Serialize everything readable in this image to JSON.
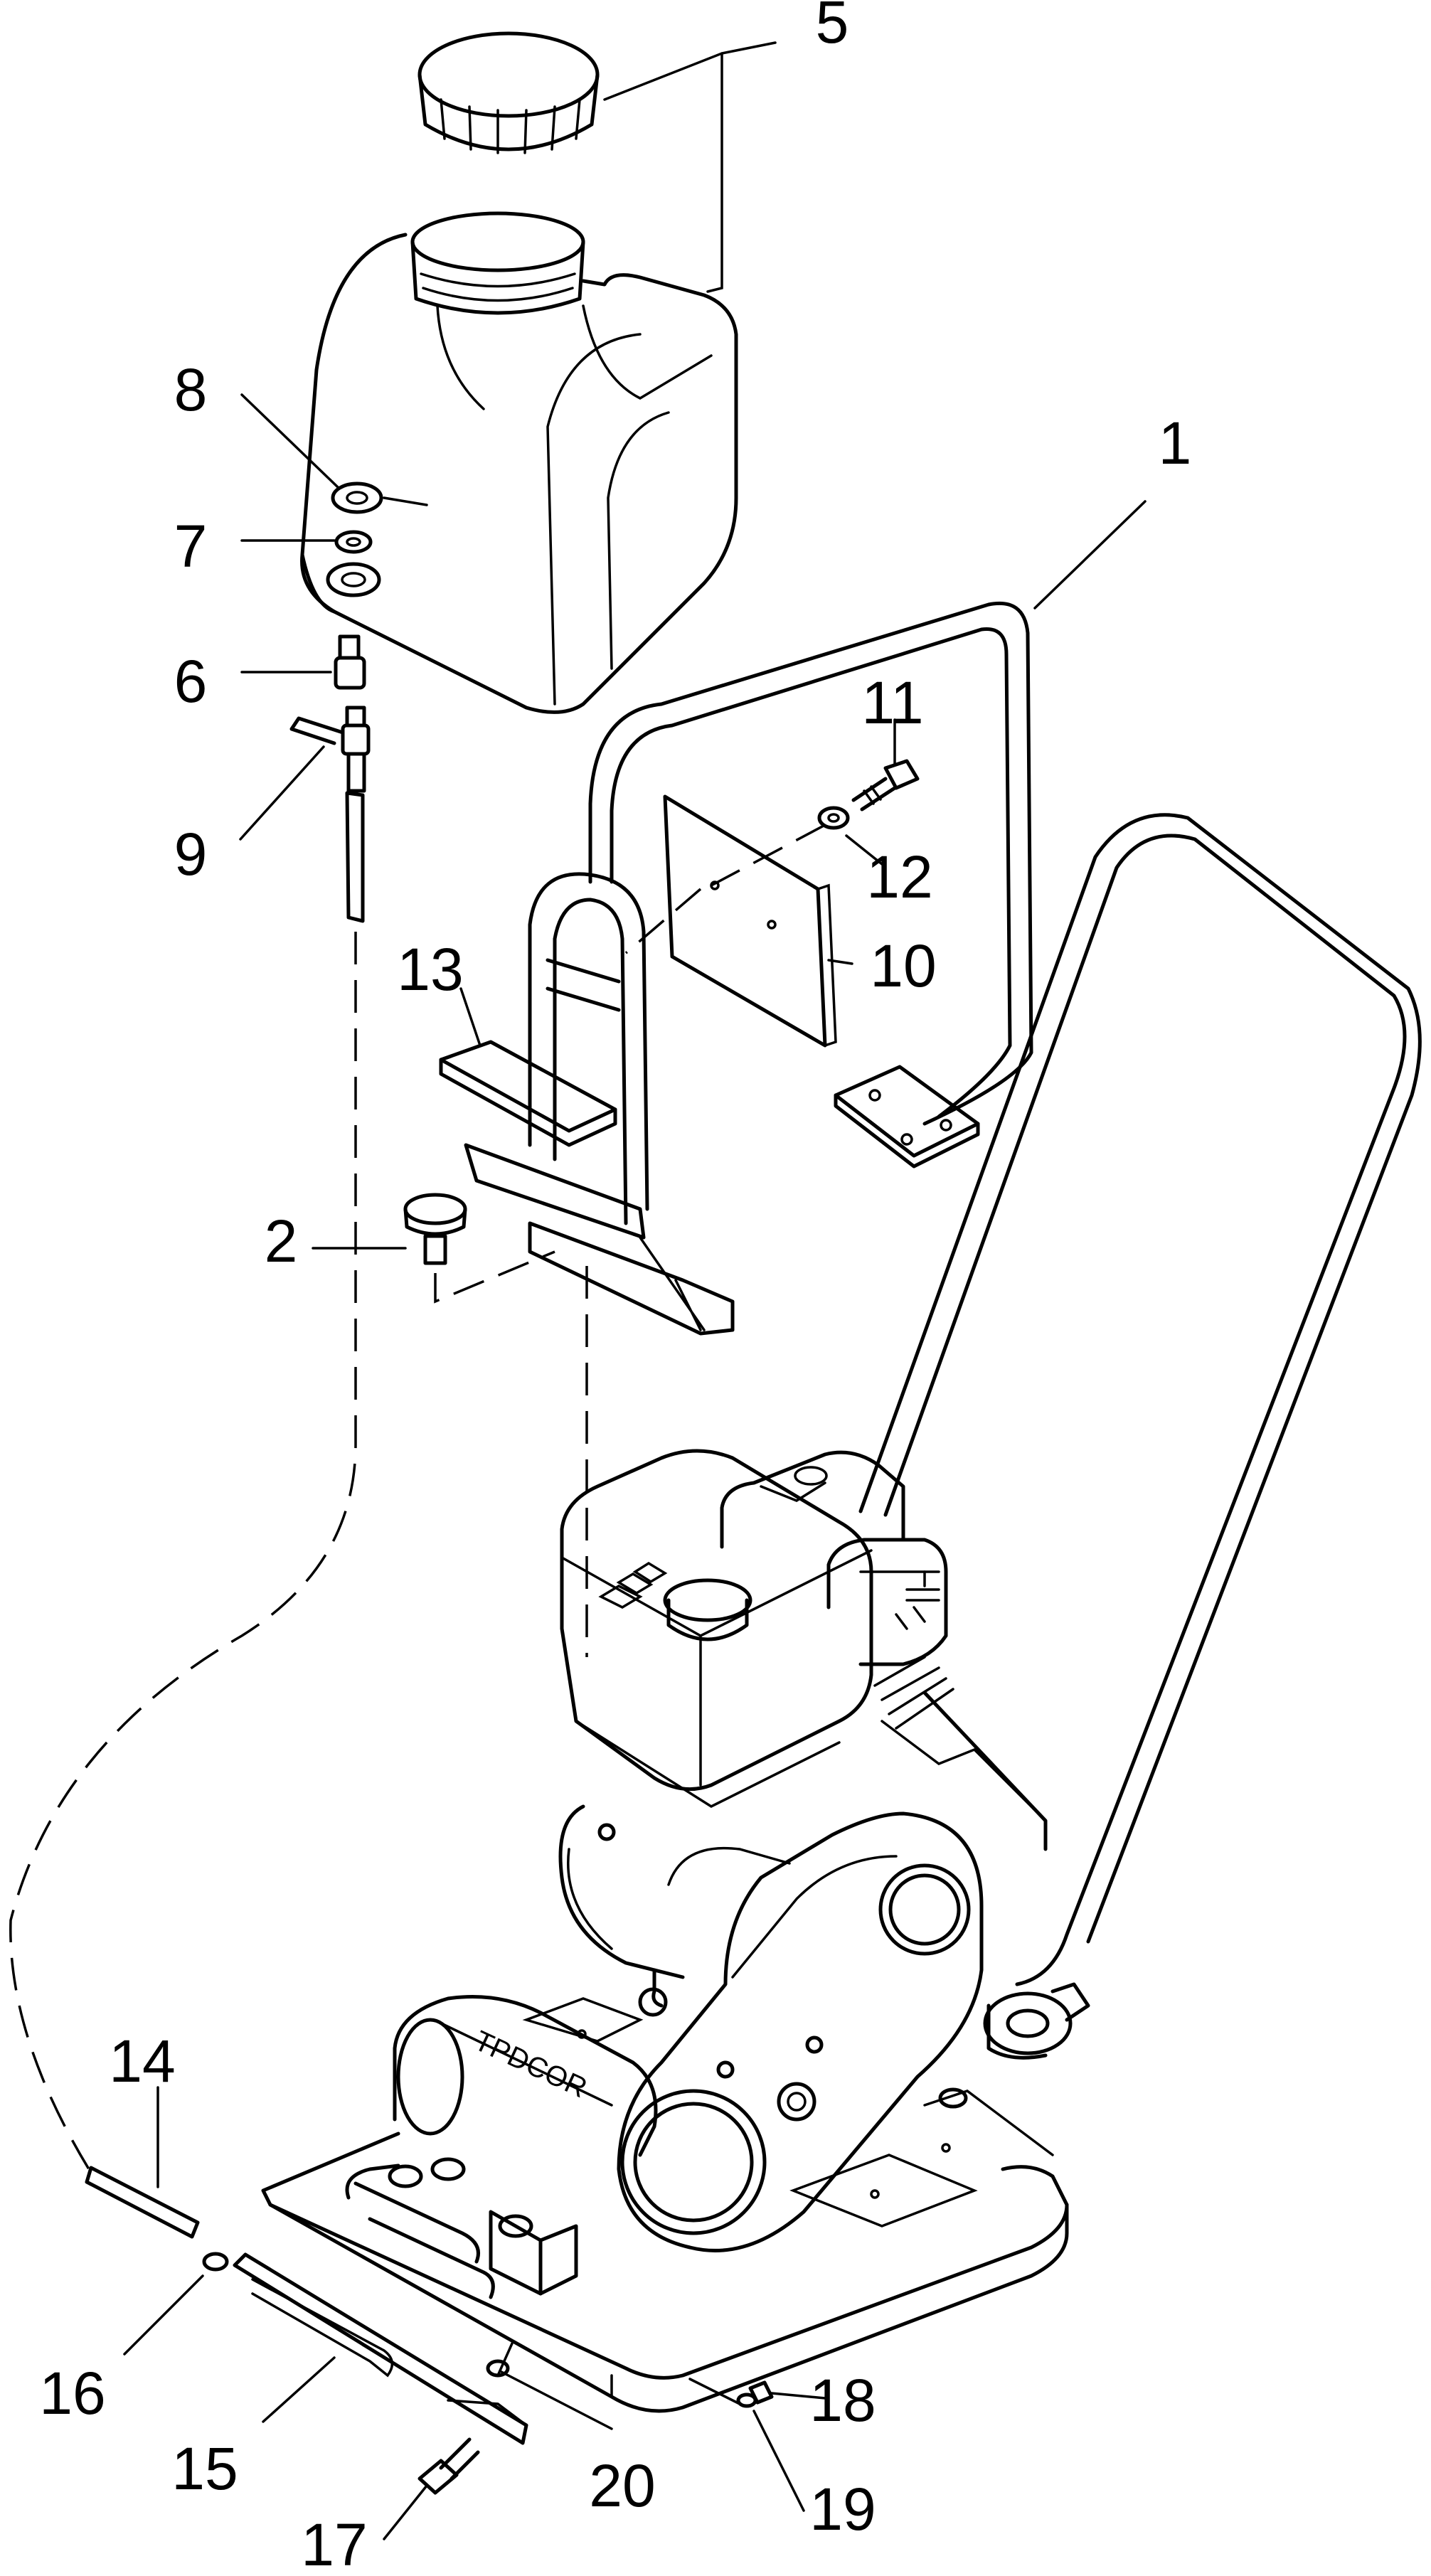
{
  "callouts": {
    "c1": "1",
    "c2": "2",
    "c5": "5",
    "c6": "6",
    "c7": "7",
    "c8": "8",
    "c9": "9",
    "c10": "10",
    "c11": "11",
    "c12": "12",
    "c13": "13",
    "c14": "14",
    "c15": "15",
    "c16": "16",
    "c17": "17",
    "c18": "18",
    "c19": "19",
    "c20": "20"
  },
  "engine_badge": "TPDCOR"
}
